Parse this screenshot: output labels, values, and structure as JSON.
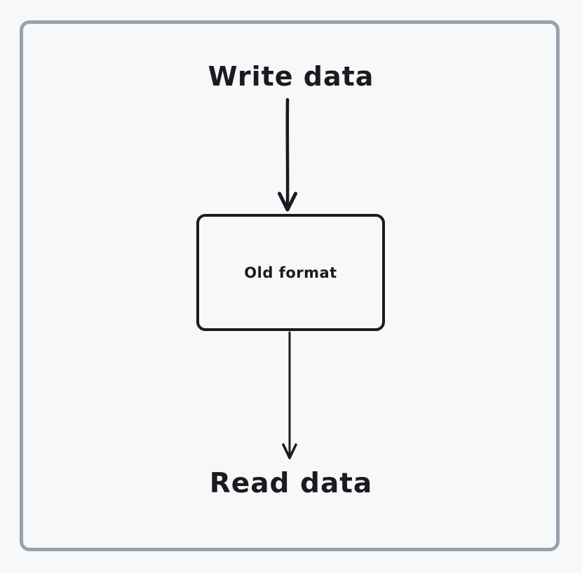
{
  "diagram": {
    "top_label": "Write data",
    "box_label": "Old format",
    "bottom_label": "Read data"
  },
  "icons": {
    "top_arrow": "arrow-down-icon",
    "bottom_arrow": "arrow-down-icon"
  },
  "colors": {
    "background": "#f7f8fa",
    "frame_border": "#9aa1ad",
    "ink": "#1b1b1f"
  }
}
